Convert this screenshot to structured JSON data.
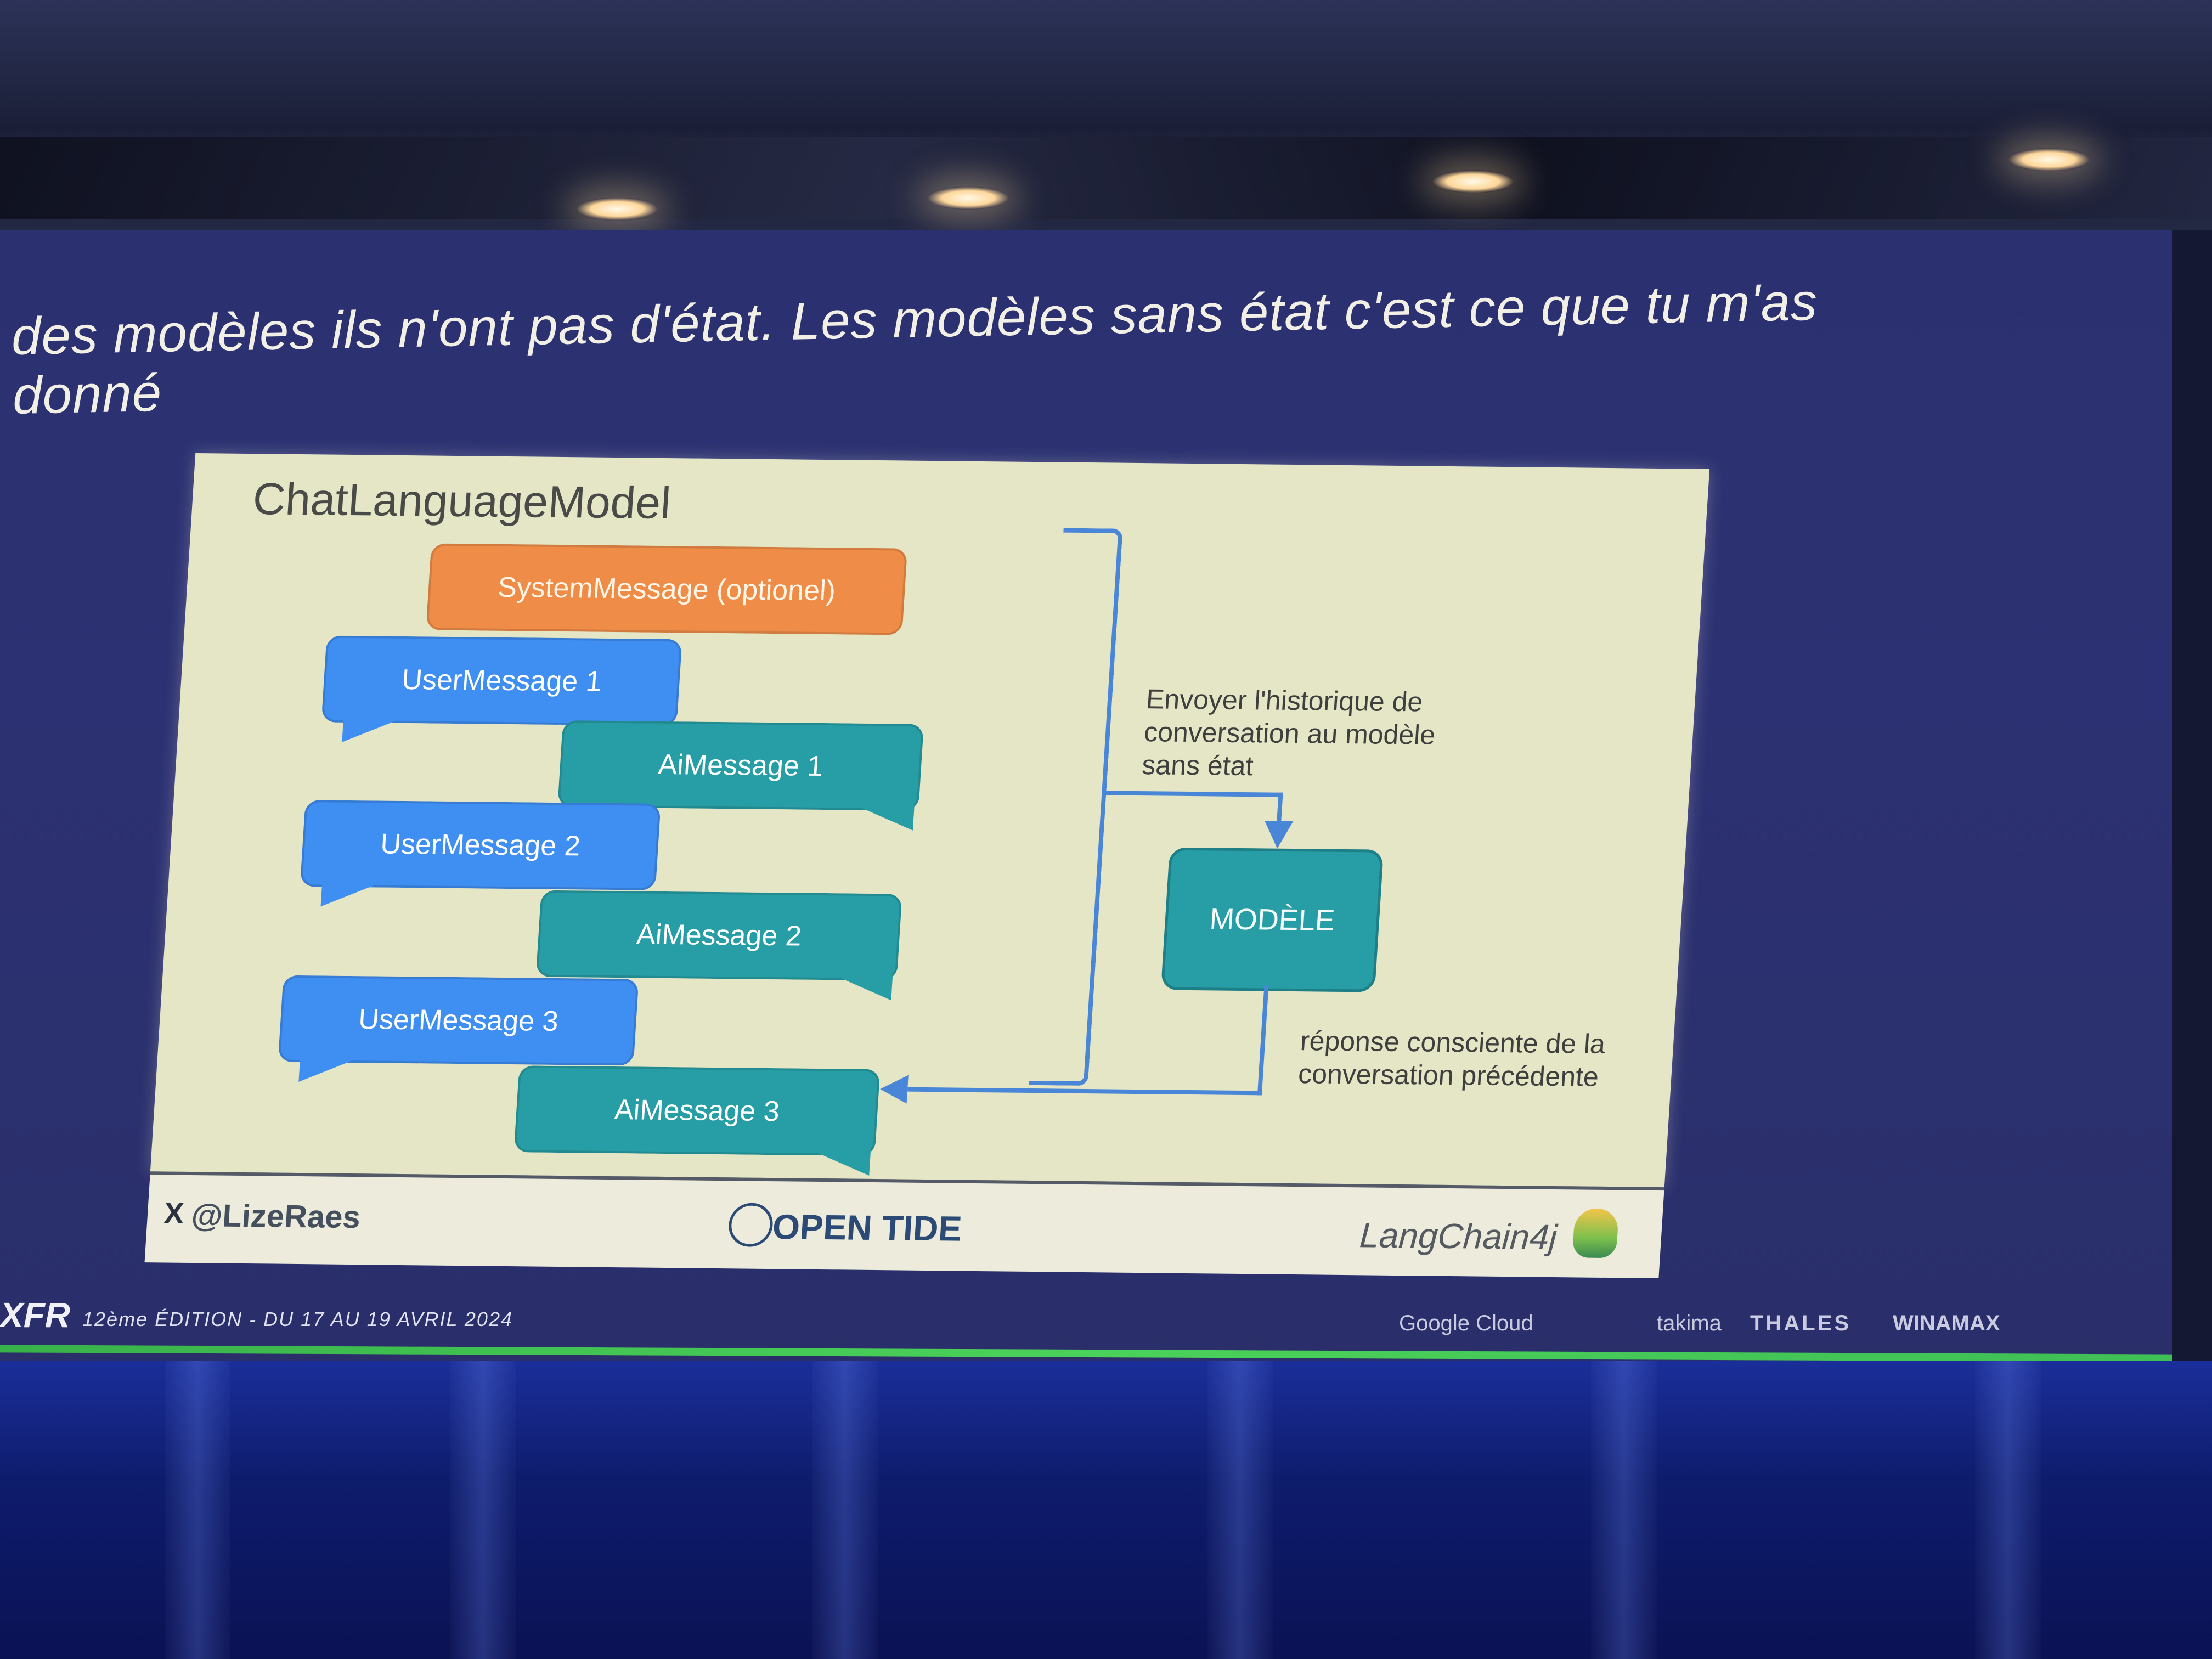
{
  "heading_text": "des modèles ils n'ont pas d'état. Les modèles sans état c'est ce que tu m'as donné",
  "slide": {
    "title": "ChatLanguageModel",
    "messages": [
      {
        "label": "SystemMessage (optionel)",
        "kind": "system"
      },
      {
        "label": "UserMessage 1",
        "kind": "user"
      },
      {
        "label": "AiMessage 1",
        "kind": "ai"
      },
      {
        "label": "UserMessage 2",
        "kind": "user"
      },
      {
        "label": "AiMessage 2",
        "kind": "ai"
      },
      {
        "label": "UserMessage 3",
        "kind": "user"
      },
      {
        "label": "AiMessage 3",
        "kind": "ai"
      }
    ],
    "send_note": "Envoyer l'historique de conversation au modèle sans état",
    "model_label": "MODÈLE",
    "response_note": "réponse consciente de la conversation précédente",
    "footer": {
      "handle": "@LizeRaes",
      "brand": "OPEN TIDE",
      "framework": "LangChain4j"
    }
  },
  "event_bar": {
    "event_name": "XFR",
    "edition": "12ème ÉDITION - DU 17 AU 19 AVRIL 2024",
    "sponsors": [
      "Google Cloud",
      "takima",
      "THALES",
      "WINAMAX"
    ]
  },
  "colors": {
    "user_bubble": "#3f8ef2",
    "ai_bubble": "#279ea6",
    "system_bubble": "#ef8c48",
    "slide_background": "#e4e6c6",
    "arrow": "#4a86d8"
  }
}
